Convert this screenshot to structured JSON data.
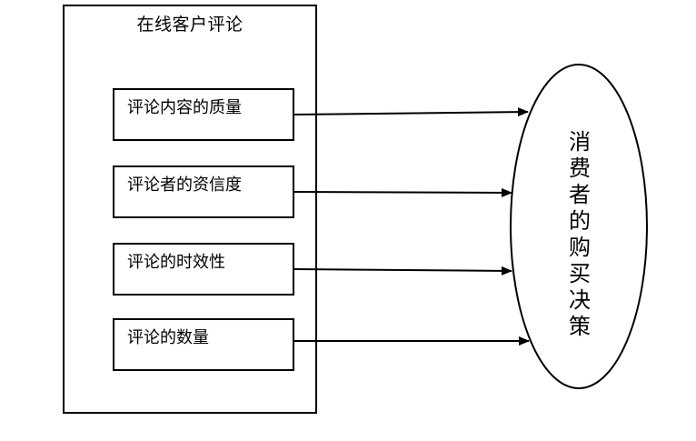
{
  "diagram": {
    "group_title": "在线客户评论",
    "factors": [
      {
        "label": "评论内容的质量"
      },
      {
        "label": "评论者的资信度"
      },
      {
        "label": "评论的时效性"
      },
      {
        "label": "评论的数量"
      }
    ],
    "target": {
      "label": "消费者的购买决策"
    },
    "colors": {
      "stroke": "#000000",
      "background": "#ffffff"
    }
  }
}
